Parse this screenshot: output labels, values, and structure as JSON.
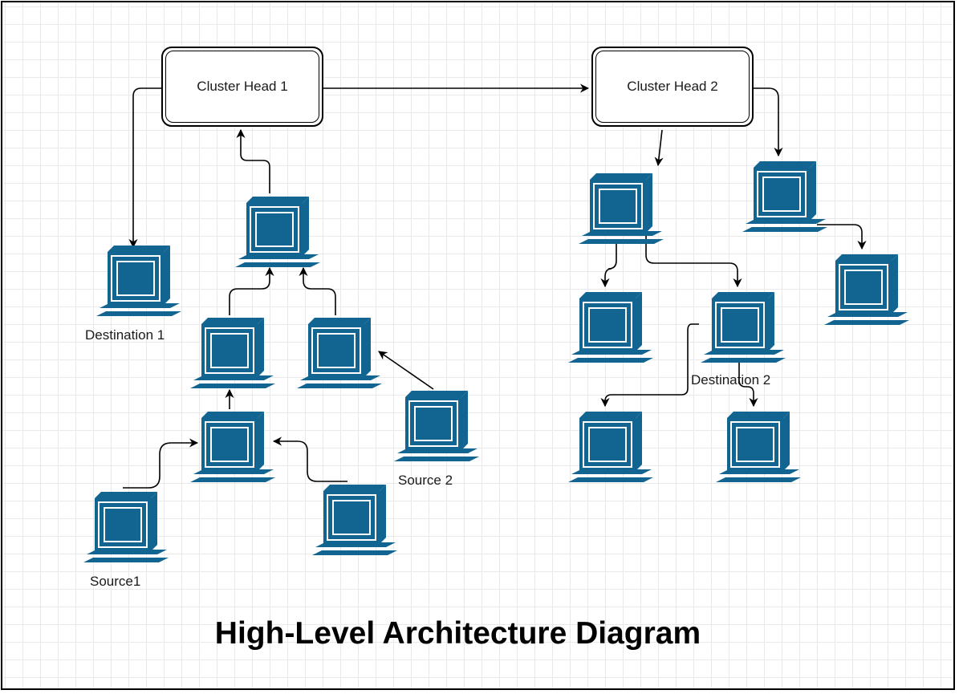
{
  "title": "High-Level Architecture Diagram",
  "cluster_heads": [
    {
      "label": "Cluster Head 1"
    },
    {
      "label": "Cluster Head 2"
    }
  ],
  "labels": {
    "destination_1": "Destination 1",
    "destination_2": "Destination 2",
    "source_1": "Source1",
    "source_2": "Source 2"
  },
  "colors": {
    "computer": "#126590",
    "edge": "#000000",
    "grid": "#e9e9e9"
  },
  "computer_icon": "desktop-computer-icon"
}
